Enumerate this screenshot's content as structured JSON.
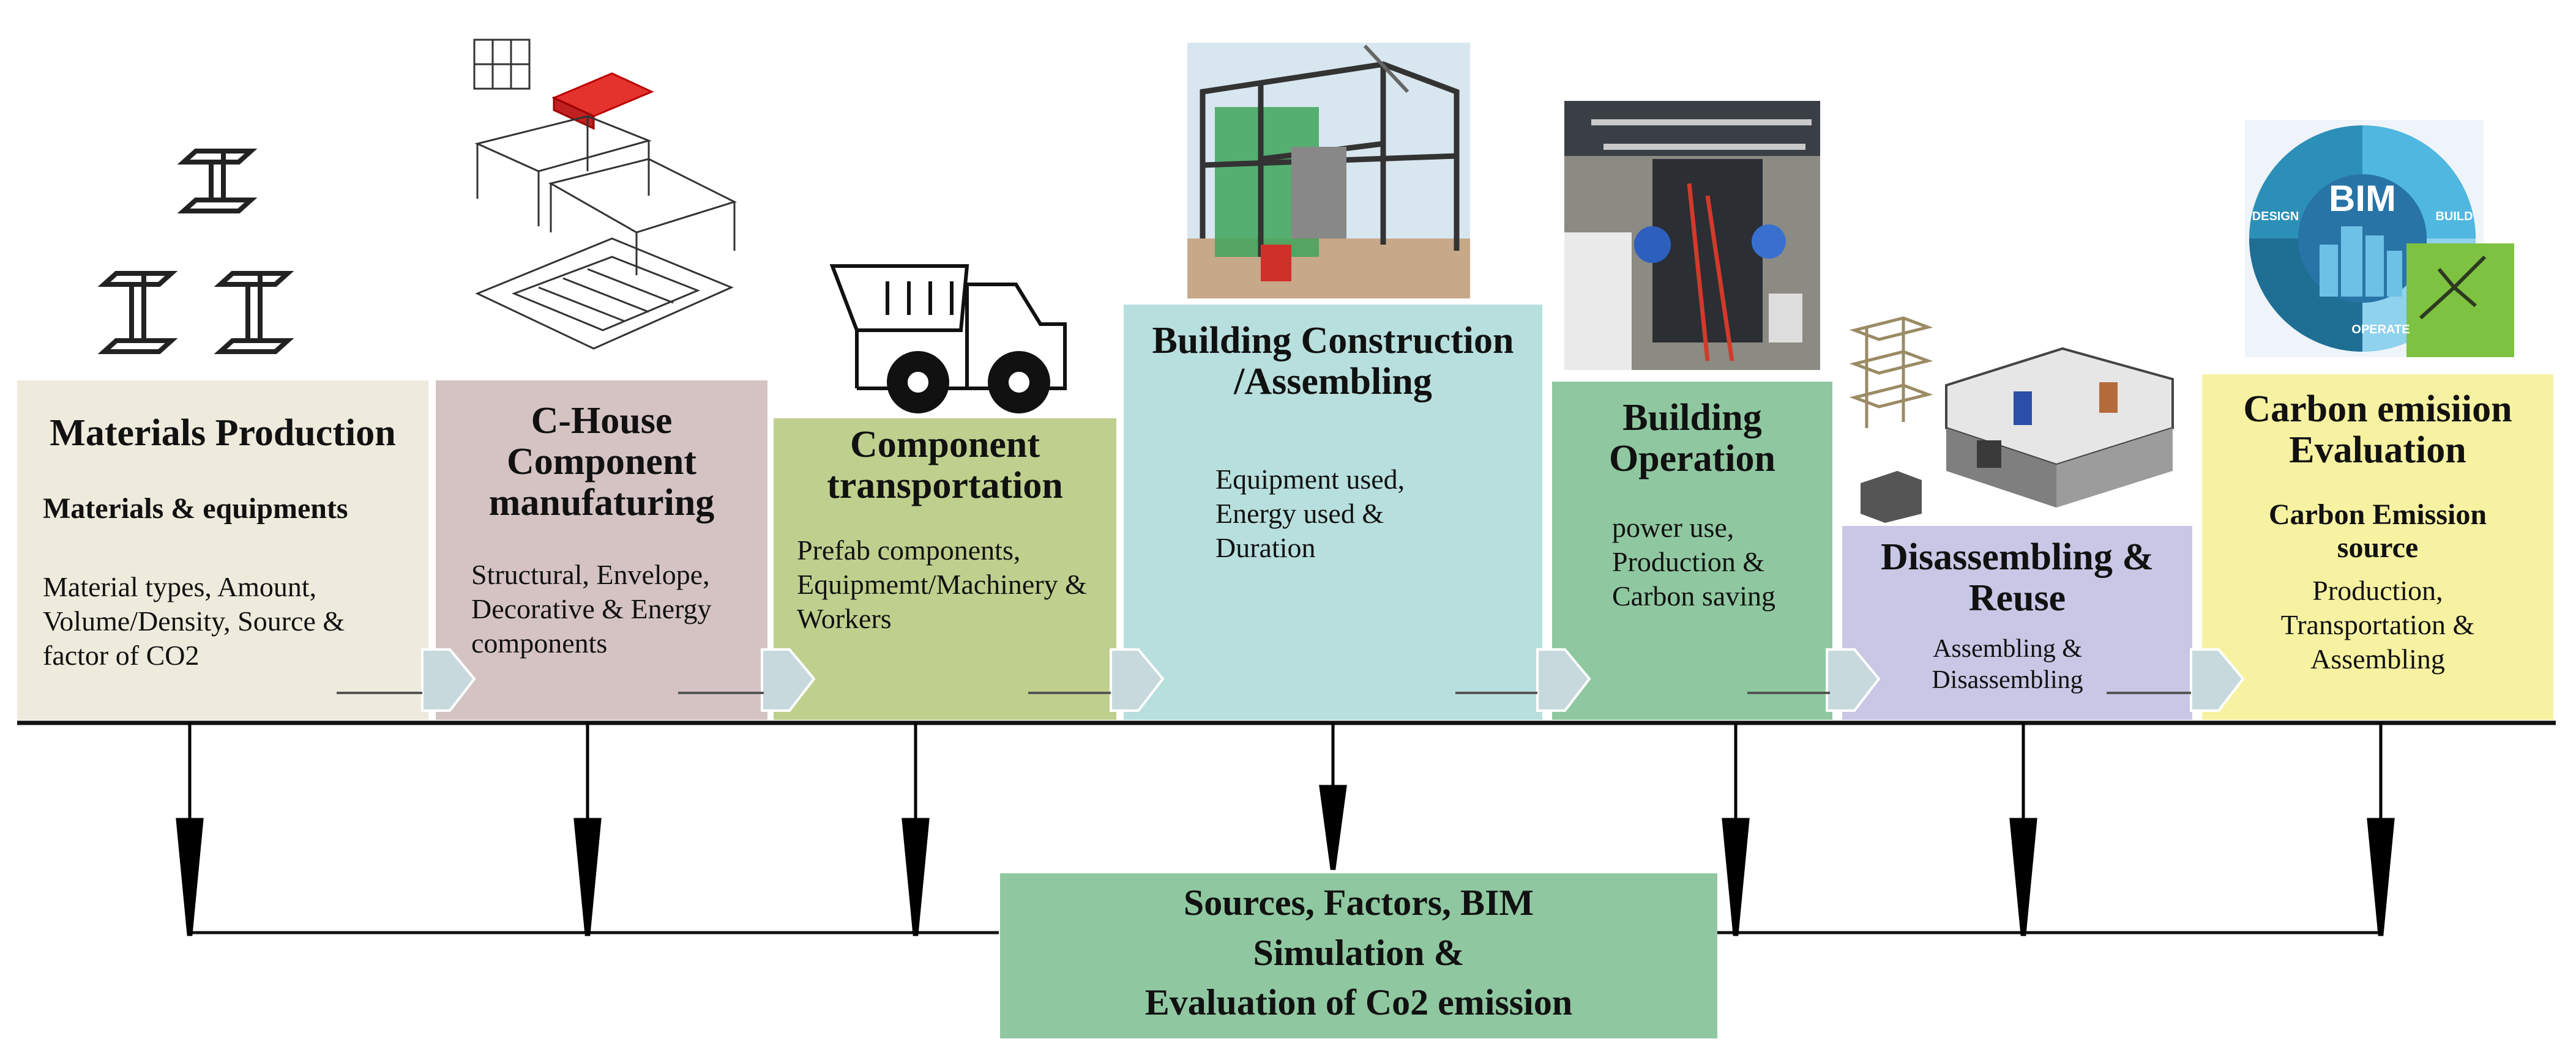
{
  "stages": [
    {
      "title": "Materials Production",
      "subtitle": "Materials & equipments",
      "details": "Material types, Amount, Volume/Density, Source & factor of CO2",
      "image": "steel-i-beams-icon",
      "color": "#eeebdd"
    },
    {
      "title": "C-House Component manufaturing",
      "subtitle": "",
      "details": "Structural, Envelope, Decorative & Energy components",
      "image": "exploded-house-module-icon",
      "color": "#d5c3c3"
    },
    {
      "title": "Component transportation",
      "subtitle": "",
      "details": "Prefab components, Equipmemt/Machinery & Workers",
      "image": "dump-truck-icon",
      "color": "#bfd08e"
    },
    {
      "title": "Building Construction /Assembling",
      "subtitle": "",
      "details": "Equipment used, Energy used & Duration",
      "image": "construction-site-photo",
      "color": "#b7dfdd"
    },
    {
      "title": "Building Operation",
      "subtitle": "",
      "details": "power use, Production & Carbon saving",
      "image": "mechanical-room-photo",
      "color": "#8fc8a0"
    },
    {
      "title": "Disassembling & Reuse",
      "subtitle": "",
      "details": "Assembling & Disassembling",
      "image": "modular-house-rendering",
      "color": "#c8c7e6"
    },
    {
      "title": "Carbon emisiion Evaluation",
      "subtitle": "Carbon Emission source",
      "details": "Production, Transportation & Assembling",
      "image": "bim-cycle-icon",
      "color": "#f6f2a1"
    }
  ],
  "bim_cycle": {
    "center": "BIM",
    "left": "DESIGN",
    "right": "BUILD",
    "bottom": "OPERATE"
  },
  "summary": {
    "line1": "Sources, Factors, BIM",
    "line2": "Simulation &",
    "line3": "Evaluation of Co2 emission"
  },
  "colors": {
    "summary_box": "#8fc8a0",
    "arrow": "#000000",
    "chevron": "#c7d9dc"
  }
}
